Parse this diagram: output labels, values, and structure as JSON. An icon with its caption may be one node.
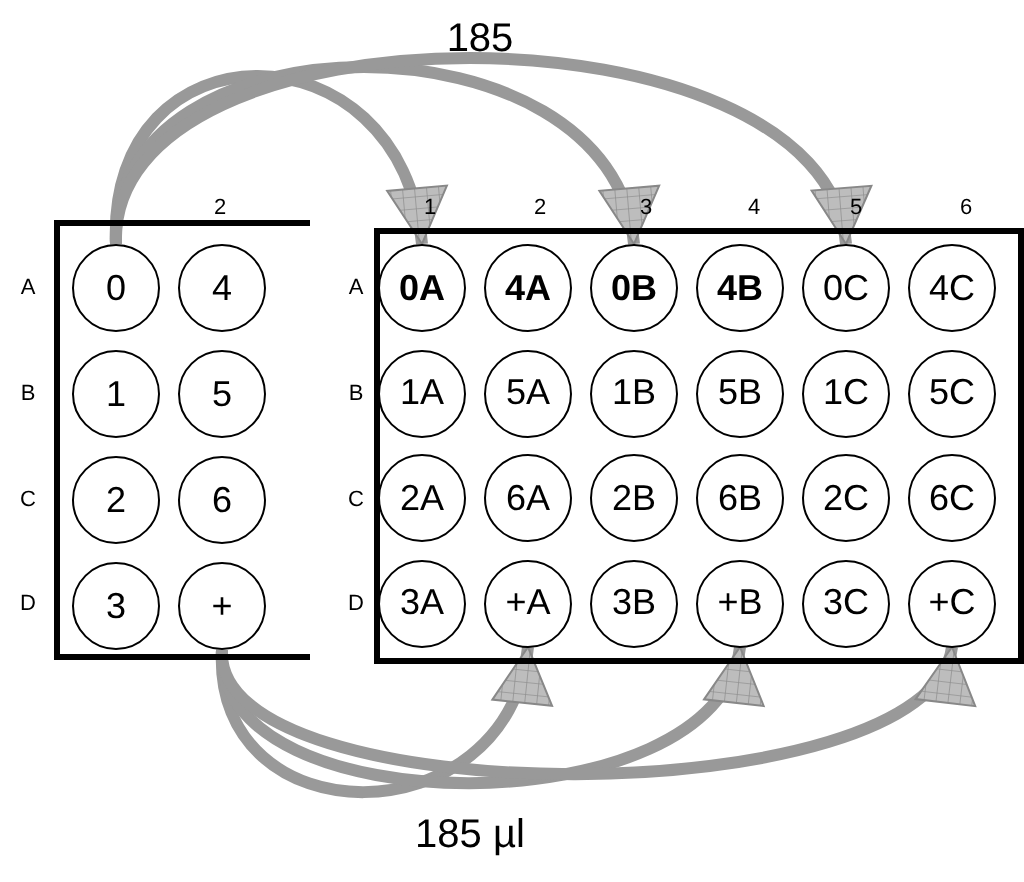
{
  "diagram": {
    "nodes": [
      {
        "text": [],
        "shape": "box"
      },
      {
        "text": [
          "0"
        ],
        "in": 0
      },
      {
        "text": [
          "4"
        ],
        "in": 0
      },
      {
        "text": [
          "1"
        ],
        "in": 0
      },
      {
        "text": [
          "5"
        ],
        "in": 0
      },
      {
        "text": [
          "2"
        ],
        "in": 0
      },
      {
        "text": [
          "6"
        ],
        "in": 0
      },
      {
        "text": [
          "3"
        ],
        "in": 0
      },
      {
        "text": [
          "+"
        ],
        "in": 0
      },
      {
        "text": [],
        "shape": "box"
      },
      {
        "text": [
          "0A"
        ],
        "in": 9
      },
      {
        "text": [
          "4A"
        ],
        "in": 9
      },
      {
        "text": [
          "0B"
        ],
        "in": 9
      },
      {
        "text": [
          "4B"
        ],
        "in": 9
      },
      {
        "text": [
          "0C"
        ],
        "in": 9
      },
      {
        "text": [
          "4C"
        ],
        "in": 9
      },
      {
        "text": [
          "1A"
        ],
        "in": 9
      },
      {
        "text": [
          "5A"
        ],
        "in": 9
      },
      {
        "text": [
          "1B"
        ],
        "in": 9
      },
      {
        "text": [
          "5B"
        ],
        "in": 9
      },
      {
        "text": [
          "1C"
        ],
        "in": 9
      },
      {
        "text": [
          "5C"
        ],
        "in": 9
      },
      {
        "text": [
          "2A"
        ],
        "in": 9
      },
      {
        "text": [
          "6A"
        ],
        "in": 9
      },
      {
        "text": [
          "2B"
        ],
        "in": 9
      },
      {
        "text": [
          "6B"
        ],
        "in": 9
      },
      {
        "text": [
          "2C"
        ],
        "in": 9
      },
      {
        "text": [
          "6C"
        ],
        "in": 9
      },
      {
        "text": [
          "3A"
        ],
        "in": 9
      },
      {
        "text": [
          "+A"
        ],
        "in": 9
      },
      {
        "text": [
          "3B"
        ],
        "in": 9
      },
      {
        "text": [
          "+B"
        ],
        "in": 9
      },
      {
        "text": [
          "3C"
        ],
        "in": 9
      },
      {
        "text": [
          "+C"
        ],
        "in": 9
      }
    ],
    "edges": [
      {
        "from": 1,
        "to": 10,
        "arrow": "to"
      },
      {
        "from": 1,
        "to": 12,
        "arrow": "to"
      },
      {
        "from": 1,
        "to": 14,
        "arrow": "to"
      },
      {
        "from": 8,
        "to": 29,
        "arrow": "to"
      },
      {
        "from": 8,
        "to": 31,
        "arrow": "to"
      },
      {
        "from": 8,
        "to": 33,
        "arrow": "to"
      }
    ],
    "labels": [
      "185",
      "2",
      "1",
      "2",
      "3",
      "4",
      "5",
      "6",
      "A",
      "A",
      "B",
      "B",
      "C",
      "C",
      "D",
      "D",
      "185 µl"
    ]
  }
}
